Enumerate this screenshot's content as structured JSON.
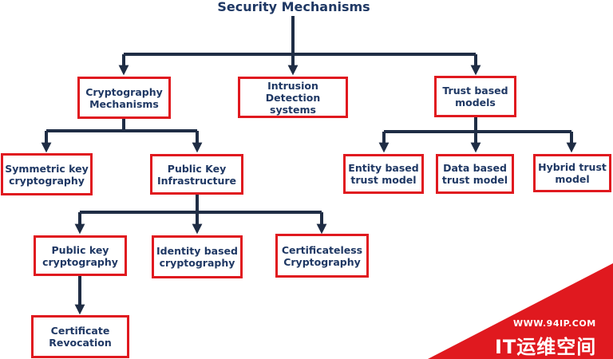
{
  "title": "Security Mechanisms",
  "nodes": {
    "crypto": "Cryptography\nMechanisms",
    "ids": "Intrusion\nDetection\nsystems",
    "trust": "Trust based\nmodels",
    "symmetric": "Symmetric key\ncryptography",
    "pki": "Public Key\nInfrastructure",
    "entity": "Entity based\ntrust model",
    "data_trust": "Data based\ntrust model",
    "hybrid": "Hybrid trust\nmodel",
    "pubkey": "Public key\ncryptography",
    "identity": "Identity based\ncryptography",
    "certless": "Certificateless\nCryptography",
    "revocation": "Certificate\nRevocation"
  },
  "watermark": {
    "url": "WWW.94IP.COM",
    "name": "IT运维空间"
  },
  "colors": {
    "text": "#1f3864",
    "border": "#e0191f",
    "connector": "#1f2d45",
    "watermark_bg": "#e0191f"
  }
}
